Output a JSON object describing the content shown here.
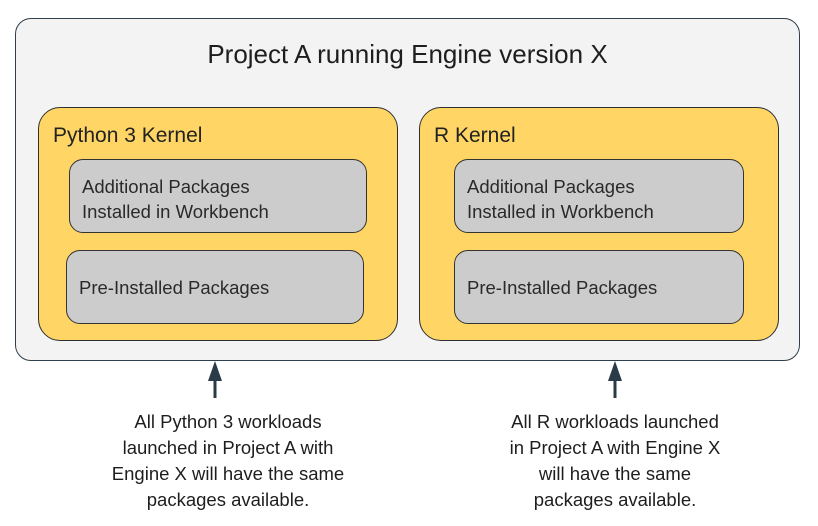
{
  "diagram": {
    "title": "Project A running Engine version X",
    "colors": {
      "outer_background": "#f3f3f3",
      "outer_border": "#2f3f4b",
      "kernel_background": "#ffd666",
      "package_background": "#cccccc",
      "arrow": "#2a3b47"
    },
    "kernels": [
      {
        "title": "Python 3 Kernel",
        "additional_line1": "Additional Packages",
        "additional_line2": "Installed in Workbench",
        "preinstalled": "Pre-Installed Packages"
      },
      {
        "title": "R Kernel",
        "additional_line1": "Additional Packages",
        "additional_line2": "Installed in Workbench",
        "preinstalled": "Pre-Installed Packages"
      }
    ],
    "captions": [
      {
        "lines": [
          "All Python 3 workloads",
          "launched in Project A with",
          "Engine X will have the same",
          "packages available."
        ]
      },
      {
        "lines": [
          "All R workloads launched",
          "in Project A with Engine X",
          "will have the same",
          "packages available."
        ]
      }
    ]
  }
}
